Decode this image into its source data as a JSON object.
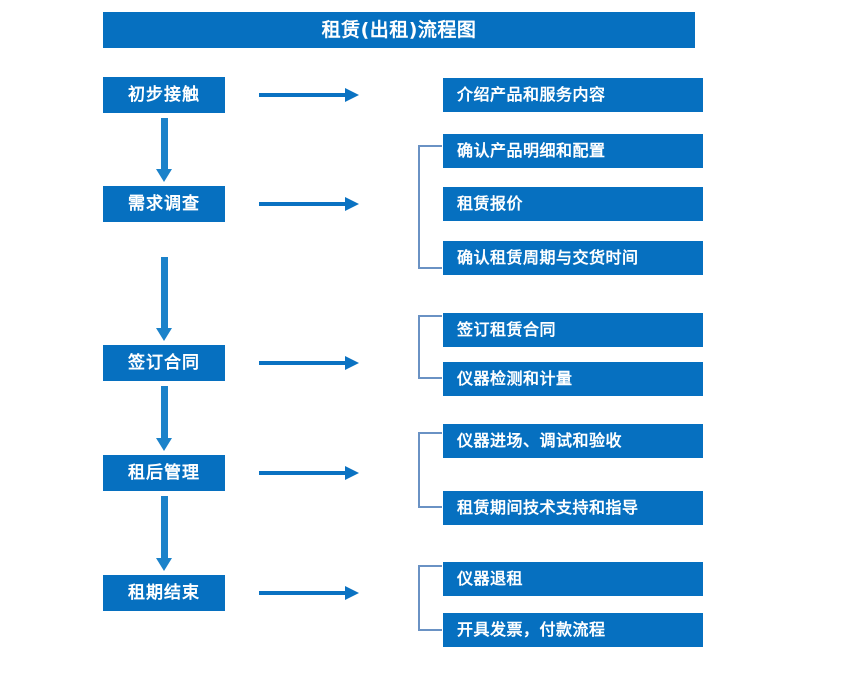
{
  "diagram": {
    "title": "租赁(出租)流程图",
    "colors": {
      "box_blue": "#0670c0",
      "arrow_blue": "#0a72c2",
      "vertical_arrow_blue": "#1b82ca",
      "bracket_gray_blue": "#6a92c4",
      "text_white": "#ffffff",
      "background": "#ffffff"
    },
    "stages": [
      {
        "label": "初步接触"
      },
      {
        "label": "需求调查"
      },
      {
        "label": "签订合同"
      },
      {
        "label": "租后管理"
      },
      {
        "label": "租期结束"
      }
    ],
    "details": [
      {
        "label": "介绍产品和服务内容"
      },
      {
        "label": "确认产品明细和配置"
      },
      {
        "label": "租赁报价"
      },
      {
        "label": "确认租赁周期与交货时间"
      },
      {
        "label": "签订租赁合同"
      },
      {
        "label": "仪器检测和计量"
      },
      {
        "label": "仪器进场、调试和验收"
      },
      {
        "label": "租赁期间技术支持和指导"
      },
      {
        "label": "仪器退租"
      },
      {
        "label": "开具发票，付款流程"
      }
    ],
    "groups": [
      {
        "stage": "初步接触",
        "details": [
          "介绍产品和服务内容"
        ]
      },
      {
        "stage": "需求调查",
        "details": [
          "确认产品明细和配置",
          "租赁报价",
          "确认租赁周期与交货时间"
        ]
      },
      {
        "stage": "签订合同",
        "details": [
          "签订租赁合同",
          "仪器检测和计量"
        ]
      },
      {
        "stage": "租后管理",
        "details": [
          "仪器进场、调试和验收",
          "租赁期间技术支持和指导"
        ]
      },
      {
        "stage": "租期结束",
        "details": [
          "仪器退租",
          "开具发票，付款流程"
        ]
      }
    ]
  }
}
